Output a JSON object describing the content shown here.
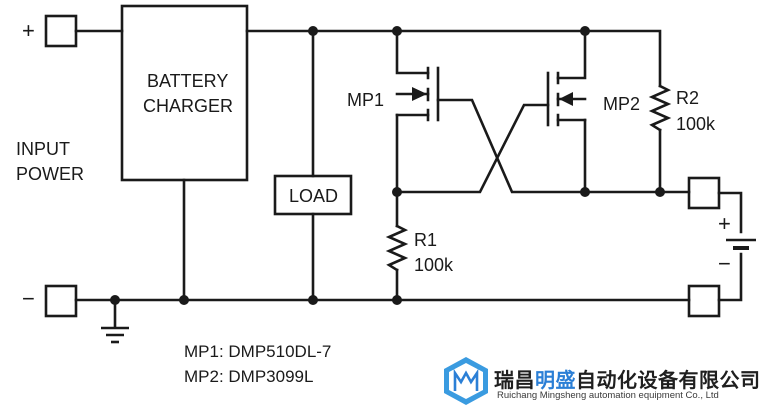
{
  "charger": {
    "line1": "BATTERY",
    "line2": "CHARGER"
  },
  "input": {
    "line1": "INPUT",
    "line2": "POWER",
    "plus": "+",
    "minus": "−"
  },
  "load": "LOAD",
  "mp1": "MP1",
  "mp2": "MP2",
  "r1": {
    "name": "R1",
    "value": "100k"
  },
  "r2": {
    "name": "R2",
    "value": "100k"
  },
  "battery": {
    "plus": "+",
    "minus": "−"
  },
  "parts": {
    "mp1": "MP1: DMP510DL-7",
    "mp2": "MP2: DMP3099L"
  },
  "watermark": {
    "cn_a": "瑞昌",
    "cn_b": "明盛",
    "cn_c": "自动化设备有限公司",
    "en": "Ruichang Mingsheng automation equipment Co., Ltd"
  }
}
